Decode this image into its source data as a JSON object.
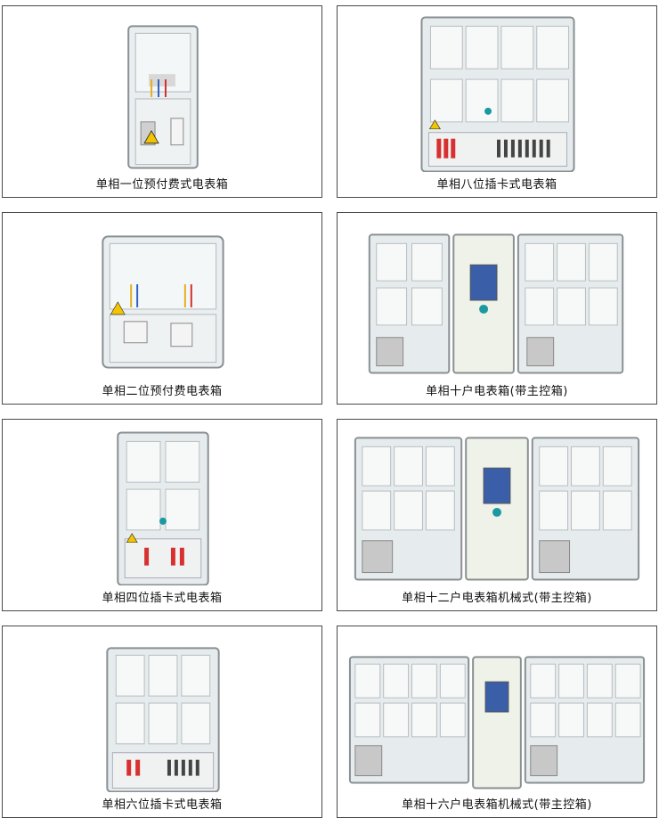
{
  "items": [
    {
      "label": "单相一位预付费式电表箱"
    },
    {
      "label": "单相八位插卡式电表箱"
    },
    {
      "label": "单相二位预付费电表箱"
    },
    {
      "label": "单相十户电表箱(带主控箱)"
    },
    {
      "label": "单相四位插卡式电表箱"
    },
    {
      "label": "单相十二户电表箱机械式(带主控箱)"
    },
    {
      "label": "单相六位插卡式电表箱"
    },
    {
      "label": "单相十六户电表箱机械式(带主控箱)"
    }
  ]
}
